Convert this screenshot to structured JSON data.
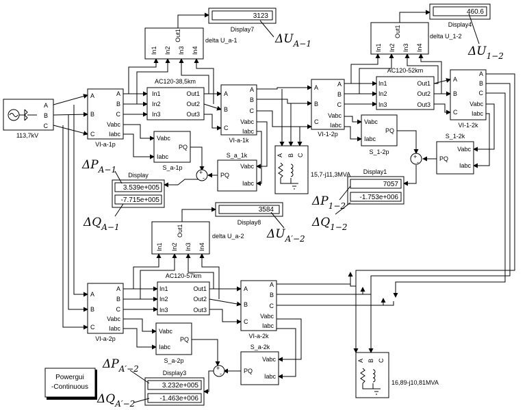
{
  "source": {
    "label": "113,7kV",
    "ports": [
      "A",
      "B",
      "C"
    ]
  },
  "blocks": {
    "vi_a_1p": {
      "label": "VI-a-1p",
      "ports_in": [
        "A",
        "B",
        "C"
      ],
      "ports_out": [
        "A",
        "B",
        "C",
        "Vabc",
        "Iabc"
      ]
    },
    "vi_a_1k": {
      "label": "VI-a-1k",
      "ports_in": [
        "A",
        "B",
        "C"
      ],
      "ports_out": [
        "A",
        "B",
        "C",
        "Vabc",
        "Iabc"
      ]
    },
    "vi_1_2p": {
      "label": "VI-1-2p",
      "ports_in": [
        "A",
        "B",
        "C"
      ],
      "ports_out": [
        "A",
        "B",
        "C",
        "Vabc",
        "Iabc"
      ]
    },
    "vi_1_2k": {
      "label": "VI-1-2k",
      "ports_in": [
        "A",
        "B",
        "C"
      ],
      "ports_out": [
        "A",
        "B",
        "C",
        "Vabc",
        "Iabc"
      ]
    },
    "vi_a_2p": {
      "label": "VI-a-2p",
      "ports_in": [
        "A",
        "B",
        "C"
      ],
      "ports_out": [
        "A",
        "B",
        "C",
        "Vabc",
        "Iabc"
      ]
    },
    "vi_a_2k": {
      "label": "VI-a-2k",
      "ports_in": [
        "A",
        "B",
        "C"
      ],
      "ports_out": [
        "A",
        "B",
        "C",
        "Vabc",
        "Iabc"
      ]
    },
    "line1": {
      "label": "AC120-38,5km",
      "ports_in": [
        "In1",
        "In2",
        "In3"
      ],
      "ports_out": [
        "Out1",
        "Out2",
        "Out3"
      ]
    },
    "line2": {
      "label": "AC120-52km",
      "ports_in": [
        "In1",
        "In2",
        "In3"
      ],
      "ports_out": [
        "Out1",
        "Out2",
        "Out3"
      ]
    },
    "line3": {
      "label": "AC120-57km",
      "ports_in": [
        "In1",
        "In2",
        "In3"
      ],
      "ports_out": [
        "Out1",
        "Out2",
        "Out3"
      ]
    },
    "delta1": {
      "label": "delta U_a-1",
      "ports_in": [
        "In1",
        "In2",
        "In3",
        "In4"
      ],
      "port_out": "Out1"
    },
    "delta2": {
      "label": "delta U_1-2",
      "ports_in": [
        "In1",
        "In2",
        "In3",
        "In4"
      ],
      "port_out": "Out1"
    },
    "delta3": {
      "label": "delta U_a-2",
      "ports_in": [
        "In1",
        "In2",
        "In3",
        "In4"
      ],
      "port_out": "Out1"
    },
    "s_a_1p": {
      "label": "S_a-1p",
      "ports_in": [
        "Vabc",
        "Iabc"
      ],
      "port_out": "PQ"
    },
    "s_a_1k": {
      "label": "S_a_1k",
      "ports_in": [
        "Vabc",
        "Iabc"
      ],
      "port_out": "PQ"
    },
    "s_1_2p": {
      "label": "S_1-2p",
      "ports_in": [
        "Vabc",
        "Iabc"
      ],
      "port_out": "PQ"
    },
    "s_1_2k": {
      "label": "S_1-2k",
      "ports_in": [
        "Vabc",
        "Iabc"
      ],
      "port_out": "PQ"
    },
    "s_a_2p": {
      "label": "S_a-2p",
      "ports_in": [
        "Vabc",
        "Iabc"
      ],
      "port_out": "PQ"
    },
    "s_a_2k": {
      "label": "S_a-2k",
      "ports_in": [
        "Vabc",
        "Iabc"
      ],
      "port_out": "PQ"
    }
  },
  "loads": {
    "load1": {
      "label": "15,7-j11,3MVA",
      "ports": [
        "A",
        "B",
        "C"
      ]
    },
    "load2": {
      "label": "16,89-j10,81MVA",
      "ports": [
        "A",
        "B",
        "C"
      ]
    }
  },
  "displays": {
    "display7": {
      "label": "Display7",
      "value": "3123"
    },
    "display4": {
      "label": "Display4",
      "value": "460.6"
    },
    "display8": {
      "label": "Display8",
      "value": "3584"
    },
    "display": {
      "label": "Display",
      "values": [
        "3.539e+005",
        "-7.715e+005"
      ]
    },
    "display1": {
      "label": "Display1",
      "values": [
        "7057",
        "-1.753e+006"
      ]
    },
    "display3": {
      "label": "Display3",
      "values": [
        "3.232e+005",
        "-1.463e+006"
      ]
    }
  },
  "sums": {
    "signs": [
      "+",
      "-"
    ]
  },
  "powergui": {
    "line1": "Powergui",
    "line2": "-Continuous"
  },
  "annotations": {
    "du_a1": {
      "sym": "ΔU",
      "sub": "A−1"
    },
    "du_12": {
      "sym": "ΔU",
      "sub": "1−2"
    },
    "du_a2": {
      "sym": "ΔU",
      "sub": "A′−2"
    },
    "dp_a1": {
      "sym": "ΔP",
      "sub": "A−1"
    },
    "dq_a1": {
      "sym": "ΔQ",
      "sub": "A−1"
    },
    "dp_12": {
      "sym": "ΔP",
      "sub": "1−2"
    },
    "dq_12": {
      "sym": "ΔQ",
      "sub": "1−2"
    },
    "dp_a2": {
      "sym": "ΔP",
      "sub": "A′−2"
    },
    "dq_a2": {
      "sym": "ΔQ",
      "sub": "A′−2"
    }
  }
}
